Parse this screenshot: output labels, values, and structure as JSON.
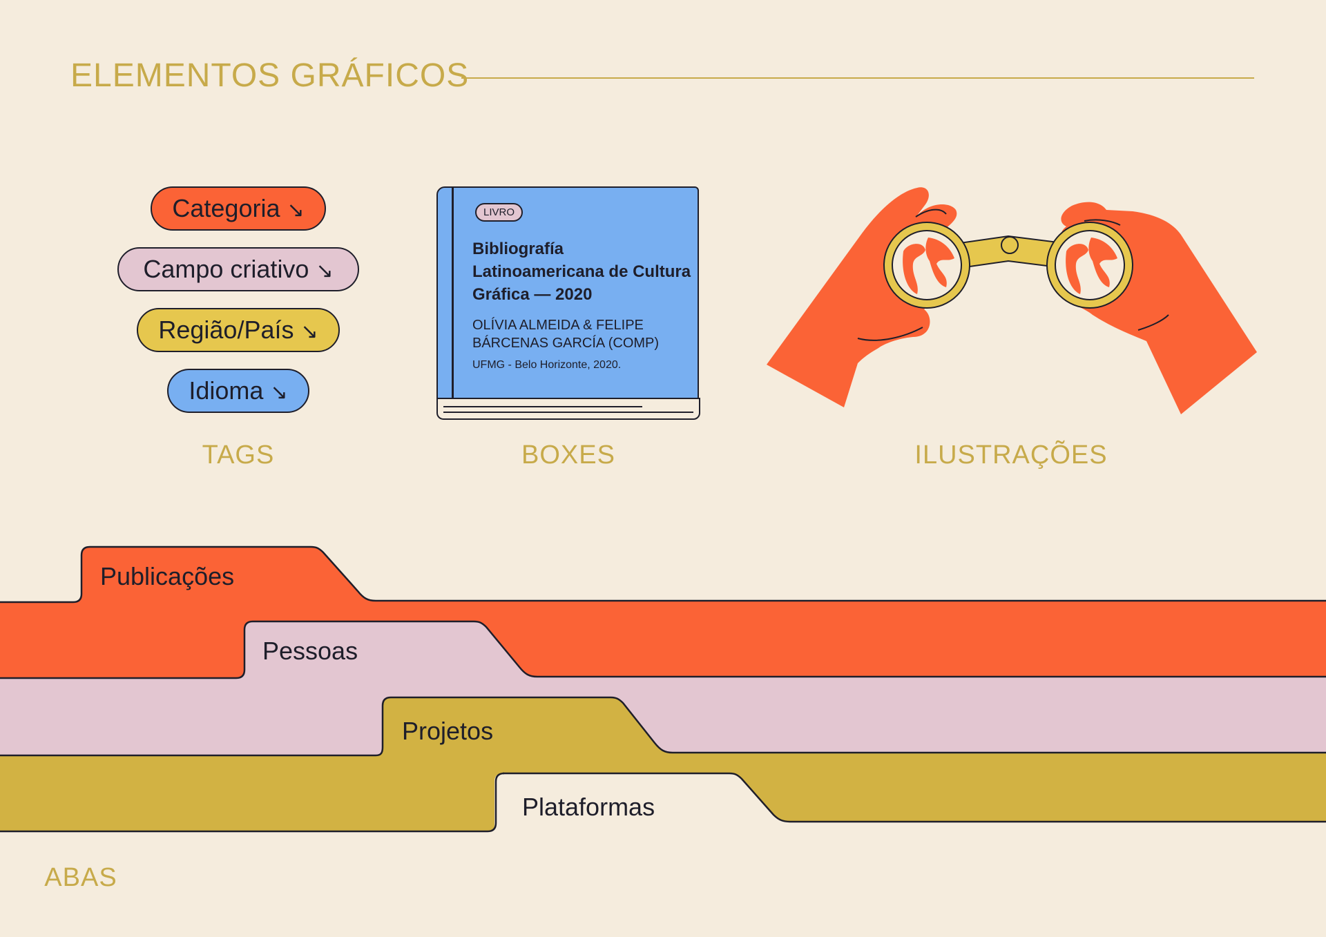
{
  "header": {
    "title": "ELEMENTOS GRÁFICOS"
  },
  "tags": {
    "items": [
      {
        "label": "Categoria",
        "arrow": "↘",
        "color": "#fb6336"
      },
      {
        "label": "Campo criativo",
        "arrow": "↘",
        "color": "#e3c6d1"
      },
      {
        "label": "Região/País",
        "arrow": "↘",
        "color": "#e6c74e"
      },
      {
        "label": "Idioma",
        "arrow": "↘",
        "color": "#78aff1"
      }
    ],
    "caption": "TAGS"
  },
  "boxes": {
    "badge": "LIVRO",
    "title": "Bibliografía Latinoamericana de Cultura Gráfica — 2020",
    "authors": "OLÍVIA ALMEIDA & FELIPE BÁRCENAS  GARCÍA (COMP)",
    "publisher": "UFMG - Belo Horizonte, 2020.",
    "caption": "BOXES",
    "color": "#78aff1"
  },
  "illustrations": {
    "caption": "ILUSTRAÇÕES",
    "icon": "binoculars-icon",
    "colors": {
      "hands": "#fb6336",
      "binoculars": "#e6c74e",
      "globe": "#f5ecdd"
    }
  },
  "tabs": {
    "items": [
      {
        "label": "Publicações",
        "color": "#fb6336"
      },
      {
        "label": "Pessoas",
        "color": "#e3c6d1"
      },
      {
        "label": "Projetos",
        "color": "#d2b243"
      },
      {
        "label": "Plataformas",
        "color": "#f5ecdd"
      }
    ],
    "caption": "ABAS"
  },
  "colors": {
    "background": "#f5ecdd",
    "accent": "#c7aa4a",
    "ink": "#1e1e2a"
  }
}
